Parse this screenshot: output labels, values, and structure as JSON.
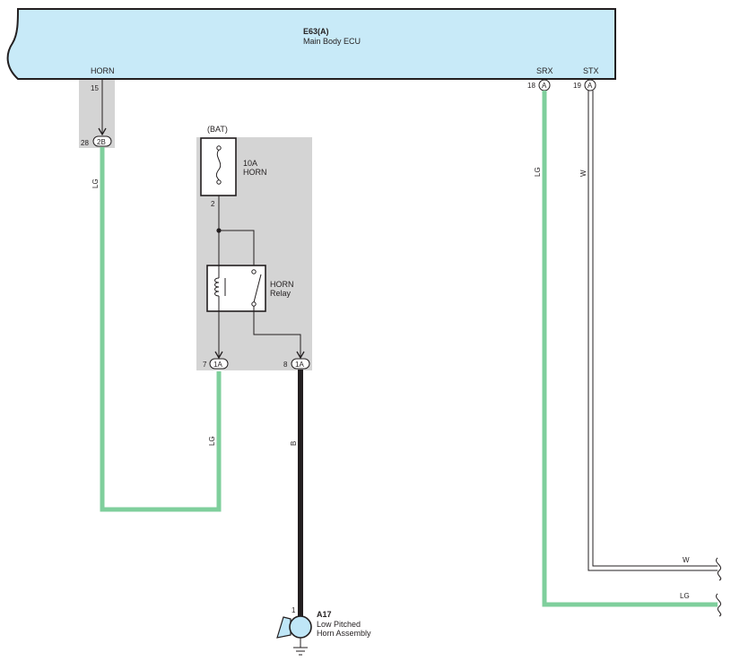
{
  "ecu": {
    "code": "E63(A)",
    "name": "Main Body ECU",
    "horn_pin_label": "HORN",
    "horn_pin_no": "15",
    "srx_label": "SRX",
    "srx_pin_no": "18",
    "srx_conn": "A",
    "stx_label": "STX",
    "stx_pin_no": "19",
    "stx_conn": "A"
  },
  "junction_2b": {
    "pin_no": "28",
    "conn": "2B"
  },
  "relay_block": {
    "bat_label": "(BAT)",
    "fuse_rating": "10A",
    "fuse_name": "HORN",
    "fuse_pin": "2",
    "relay_line1": "HORN",
    "relay_line2": "Relay",
    "pin7_no": "7",
    "pin7_conn": "1A",
    "pin8_no": "8",
    "pin8_conn": "1A"
  },
  "wires": {
    "lg_left_top": "LG",
    "lg_left_bottom": "LG",
    "b_center": "B",
    "lg_right": "LG",
    "w_right": "W",
    "w_exit": "W",
    "lg_exit": "LG"
  },
  "horn": {
    "pin_no": "1",
    "code": "A17",
    "name_line1": "Low Pitched",
    "name_line2": "Horn Assembly"
  },
  "colors": {
    "ecu_fill": "#c8eaf8",
    "wire_lg": "#7fcf9c",
    "wire_b": "#231f20",
    "block_gray": "#d4d4d4",
    "horn_fill": "#bfe6f7"
  }
}
